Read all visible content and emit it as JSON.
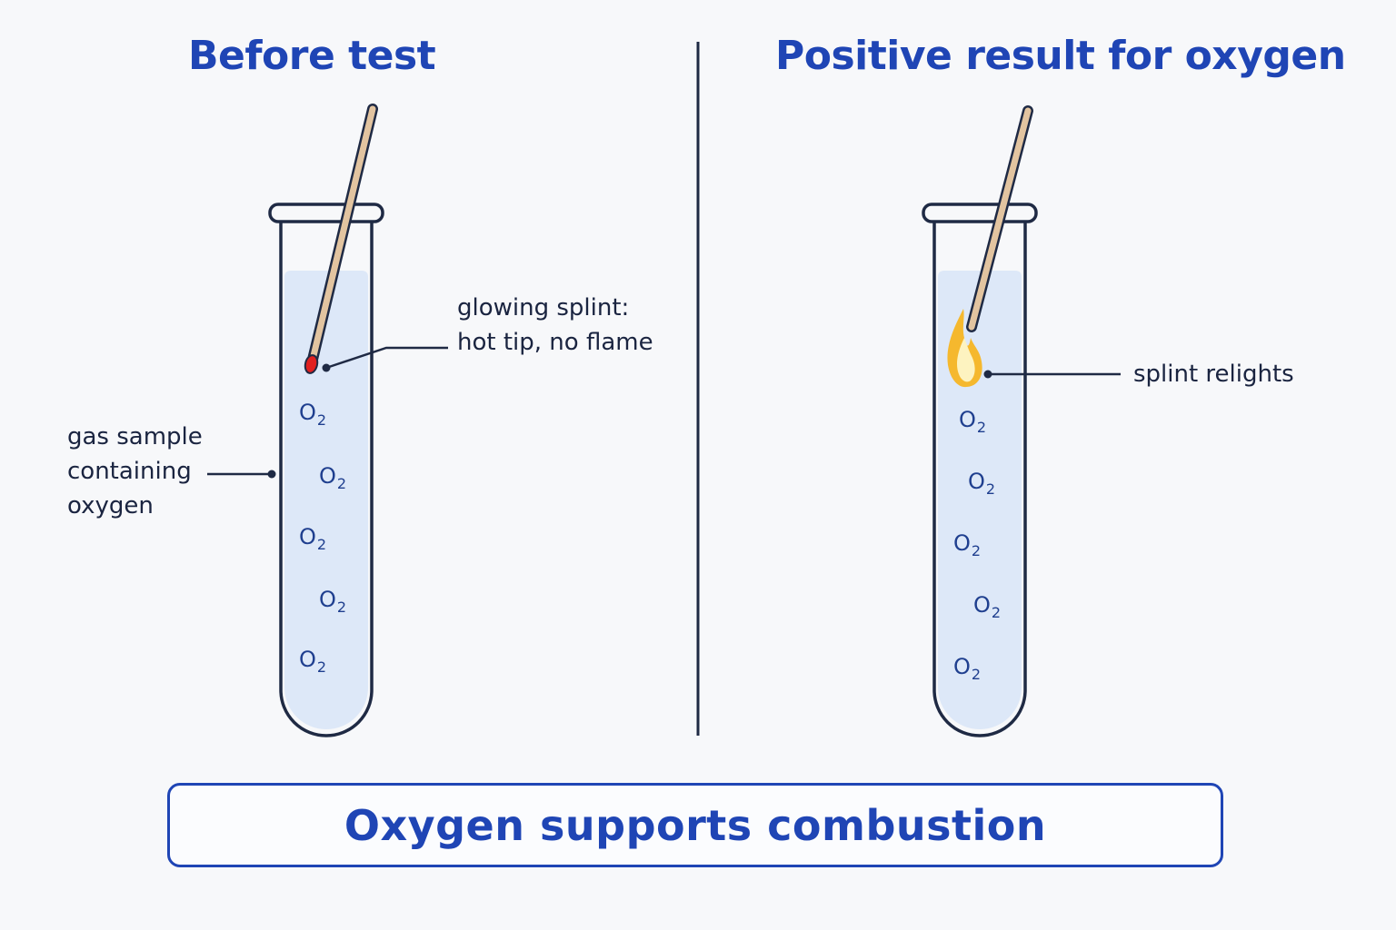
{
  "panels": {
    "left": {
      "title": "Before test",
      "gas_label": [
        "gas sample",
        "containing",
        "oxygen"
      ],
      "splint_label": [
        "glowing splint:",
        "hot tip, no flame"
      ],
      "molecules": [
        {
          "base": "O",
          "sub": "2"
        },
        {
          "base": "O",
          "sub": "2"
        },
        {
          "base": "O",
          "sub": "2"
        },
        {
          "base": "O",
          "sub": "2"
        },
        {
          "base": "O",
          "sub": "2"
        }
      ]
    },
    "right": {
      "title": "Positive result for oxygen",
      "splint_label": "splint relights",
      "molecules": [
        {
          "base": "O",
          "sub": "2"
        },
        {
          "base": "O",
          "sub": "2"
        },
        {
          "base": "O",
          "sub": "2"
        },
        {
          "base": "O",
          "sub": "2"
        },
        {
          "base": "O",
          "sub": "2"
        }
      ]
    }
  },
  "conclusion": "Oxygen supports combustion",
  "colors": {
    "title": "#1f45b5",
    "tube_outline": "#1f2a44",
    "gas_fill": "#dde8f8",
    "splint": "#e2c4a0",
    "glowing_tip": "#e02020",
    "flame_outer": "#f5b82e",
    "flame_inner": "#fdf3c0"
  },
  "icons": [
    "test-tube-icon",
    "wooden-splint-icon",
    "glowing-tip-icon",
    "flame-icon"
  ]
}
